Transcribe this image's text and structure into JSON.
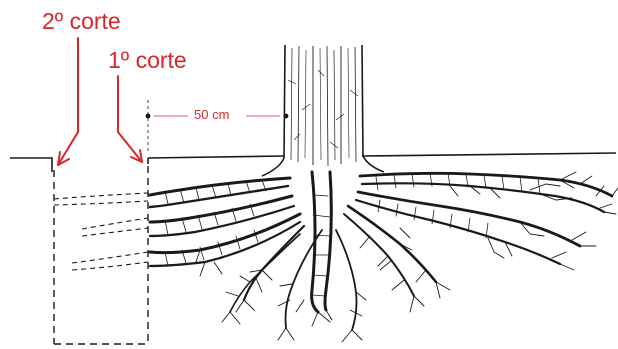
{
  "labels": {
    "second_cut": "2º corte",
    "first_cut": "1º corte",
    "distance": "50 cm"
  },
  "colors": {
    "annotation": "#d9262b",
    "ink": "#1a1a1a",
    "background": "#ffffff"
  }
}
